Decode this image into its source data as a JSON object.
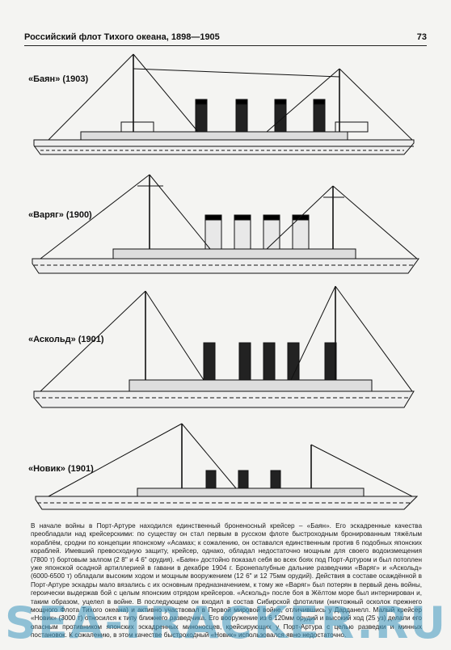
{
  "header": {
    "title": "Российский флот Тихого океана, 1898—1905",
    "page_number": "73"
  },
  "ships": [
    {
      "label": "«Баян» (1903)"
    },
    {
      "label": "«Варяг» (1900)"
    },
    {
      "label": "«Аскольд» (1901)"
    },
    {
      "label": "«Новик» (1901)"
    }
  ],
  "body_text": "В начале войны в Порт-Артуре находился единственный броненосный крейсер – «Баян». Его эскадренные качества преобладали над крейсерскими: по существу он стал первым в русском флоте быстроходным бронированным тяжёлым кораблём, сродни по концепции японскому «Асамах; к сожалению, он оставался единственным против 6 подобных японских кораблей. Имевший превосходную защиту, крейсер, однако, обладал недостаточно мощным для своего водоизмещения (7800 т) бортовым залпом (2 8\" и 4 6\" орудия). «Баян» достойно показал себя во всех боях под Порт-Артуром и был потоплен уже японской осадной артиллерией в гавани в декабре 1904 г. Бронепалубные дальние разведчики «Варяг» и «Аскольд» (6000-6500 т) обладали высоким ходом и мощным вооружением (12 6\" и 12 75мм орудий). Действия в составе осаждённой в Порт-Артуре эскадры мало вязались с их основным предназначением, к тому же «Варяг» был потерян в первый день войны, героически выдержав бой с целым японским отрядом крейсеров. «Аскольд» после боя в Жёлтом море был интернирован и, таким образом, уцелел в войне. В последующем он входил в состав Сибирской флотилии (ничтожный осколок прежнего мощного Флота Тихого океана) и активно участвовал в Первой мировой войне, отличившись у Дарданелл. Малый крейсер «Новик» (3000 т) относился к типу ближнего разведчика. Его вооружение из 6 120мм орудий и высокий ход (25 уз) делали его опасным противником японских эскадренных миноносцев, крейсирующих у Порт-Артура с целью разведки и минных постановок. К сожалению, в этом качестве быстроходный «Новик» использовался явно недостаточно.",
  "watermark": "SEA-TRACKER.RU",
  "colors": {
    "ink": "#111111",
    "watermark": "#3c96be"
  }
}
